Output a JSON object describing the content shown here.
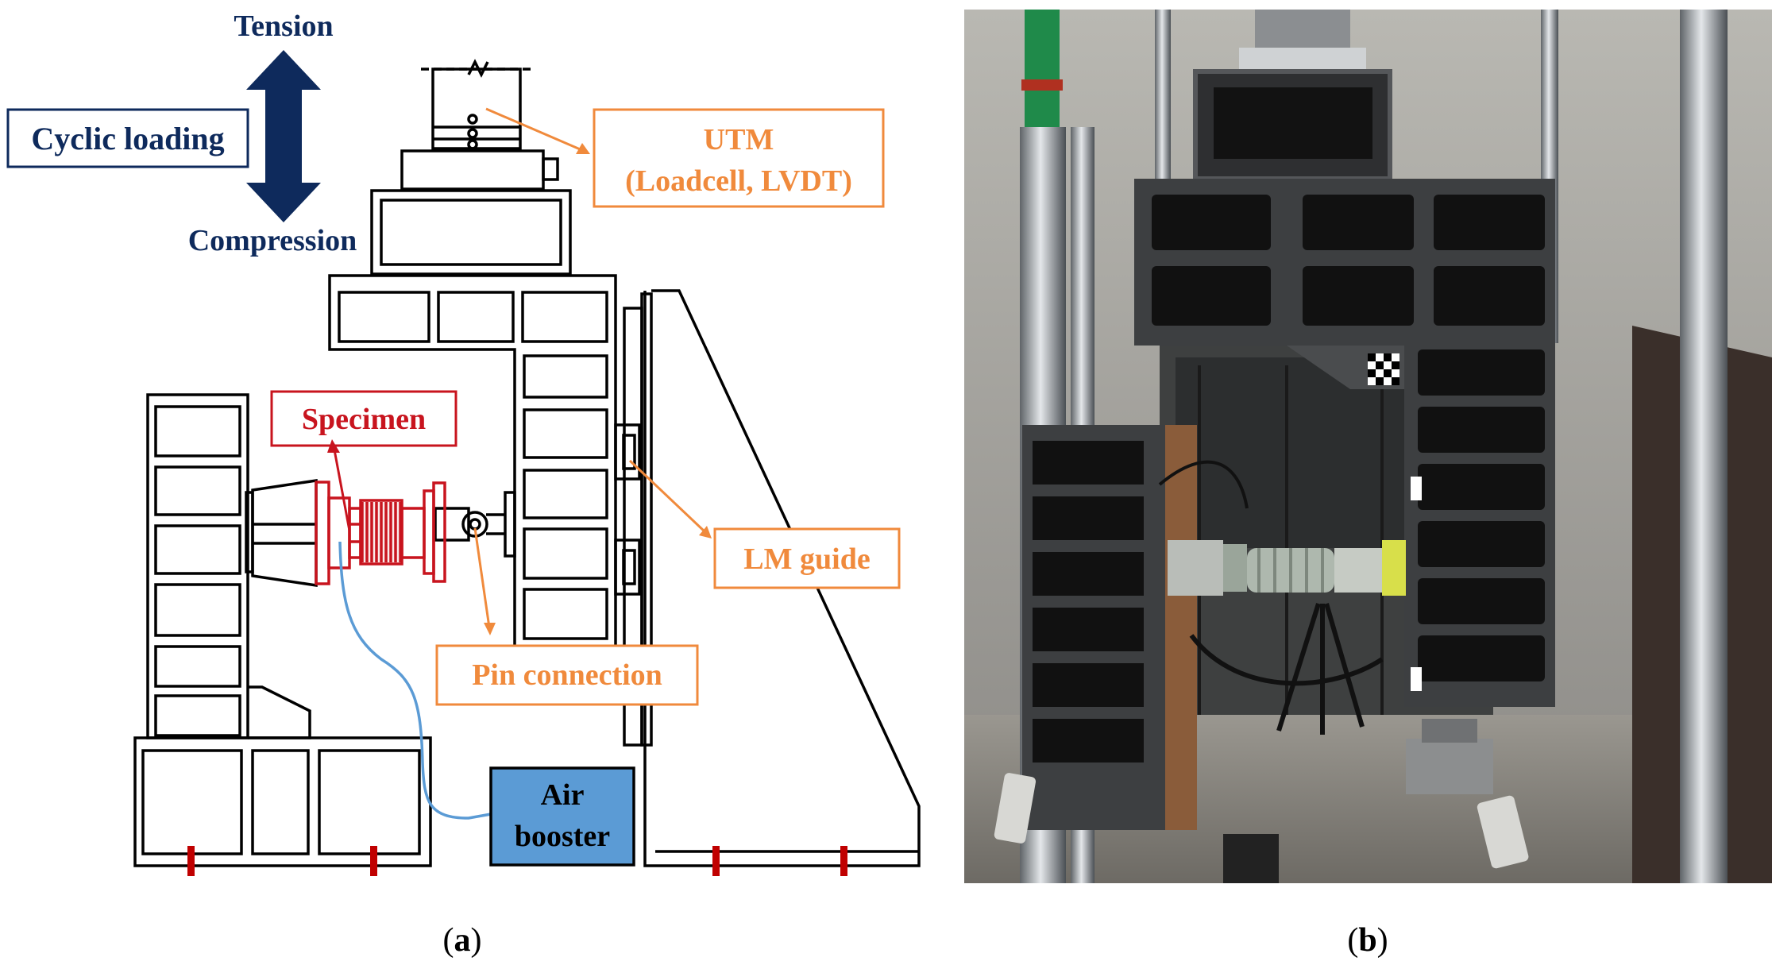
{
  "diagram": {
    "tension_label": "Tension",
    "compression_label": "Compression",
    "cyclic_loading_label": "Cyclic loading",
    "utm_label_line1": "UTM",
    "utm_label_line2": "(Loadcell, LVDT)",
    "specimen_label": "Specimen",
    "lm_guide_label": "LM guide",
    "pin_connection_label": "Pin connection",
    "air_booster_line1": "Air",
    "air_booster_line2": "booster"
  },
  "captions": {
    "a_letter": "a",
    "b_letter": "b"
  },
  "photo": {
    "description_icon": "test-rig-photo"
  },
  "colors": {
    "navy": "#0e2a5c",
    "orange": "#f08a3c",
    "red": "#c8141e",
    "blue_box": "#5b9bd5",
    "hose": "#5b9bd5",
    "anchor": "#c00000"
  }
}
